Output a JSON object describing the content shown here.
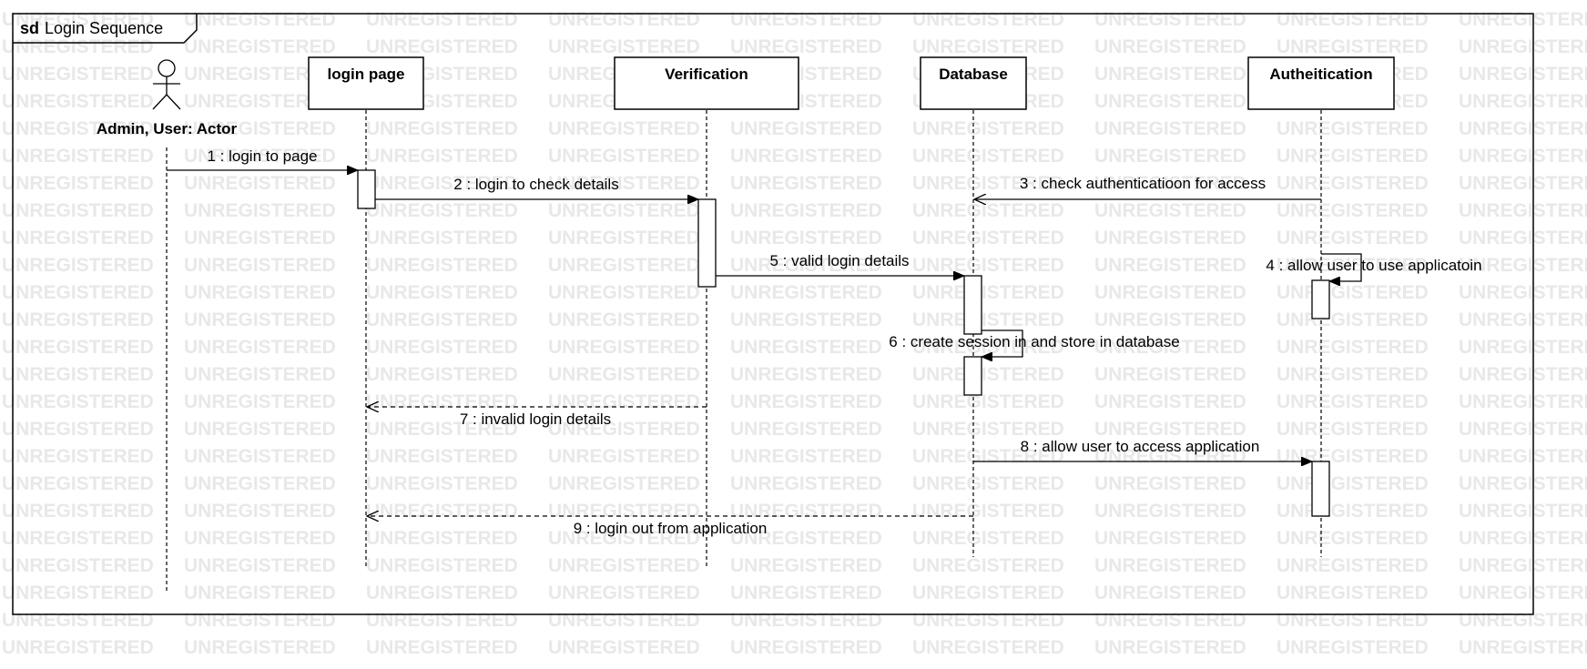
{
  "watermark_text": "UNREGISTERED",
  "frame": {
    "keyword": "sd",
    "name": "Login Sequence"
  },
  "actor": {
    "label": "Admin, User: Actor"
  },
  "participants": [
    {
      "id": "login",
      "label": "login page"
    },
    {
      "id": "verify",
      "label": "Verification"
    },
    {
      "id": "db",
      "label": "Database"
    },
    {
      "id": "auth",
      "label": "Autheitication"
    }
  ],
  "messages": [
    {
      "id": "m1",
      "text": "1 : login to page",
      "from": "actor",
      "to": "login",
      "kind": "sync"
    },
    {
      "id": "m2",
      "text": "2 : login to check details",
      "from": "login",
      "to": "verify",
      "kind": "sync"
    },
    {
      "id": "m3",
      "text": "3 : check authenticatioon for access",
      "from": "auth",
      "to": "db",
      "kind": "return"
    },
    {
      "id": "m4",
      "text": "4 : allow user to use applicatoin",
      "from": "auth",
      "to": "auth",
      "kind": "self"
    },
    {
      "id": "m5",
      "text": "5 : valid login details",
      "from": "verify",
      "to": "db",
      "kind": "sync"
    },
    {
      "id": "m6",
      "text": "6 : create session in and store in database",
      "from": "db",
      "to": "db",
      "kind": "self"
    },
    {
      "id": "m7",
      "text": "7 : invalid login details",
      "from": "verify",
      "to": "login",
      "kind": "reply"
    },
    {
      "id": "m8",
      "text": "8 : allow user to access application",
      "from": "db",
      "to": "auth",
      "kind": "sync"
    },
    {
      "id": "m9",
      "text": "9 : login out from application",
      "from": "db",
      "to": "login",
      "kind": "reply"
    }
  ]
}
